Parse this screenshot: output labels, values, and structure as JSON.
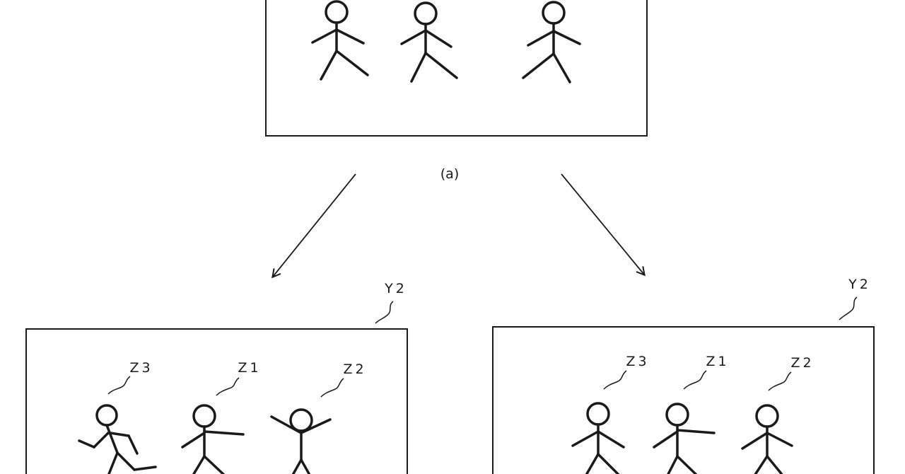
{
  "caption_a": "(a)",
  "left_panel": {
    "label": "Y2",
    "figure_labels": [
      "Z3",
      "Z1",
      "Z2"
    ]
  },
  "right_panel": {
    "label": "Y2",
    "figure_labels": [
      "Z3",
      "Z1",
      "Z2"
    ]
  }
}
